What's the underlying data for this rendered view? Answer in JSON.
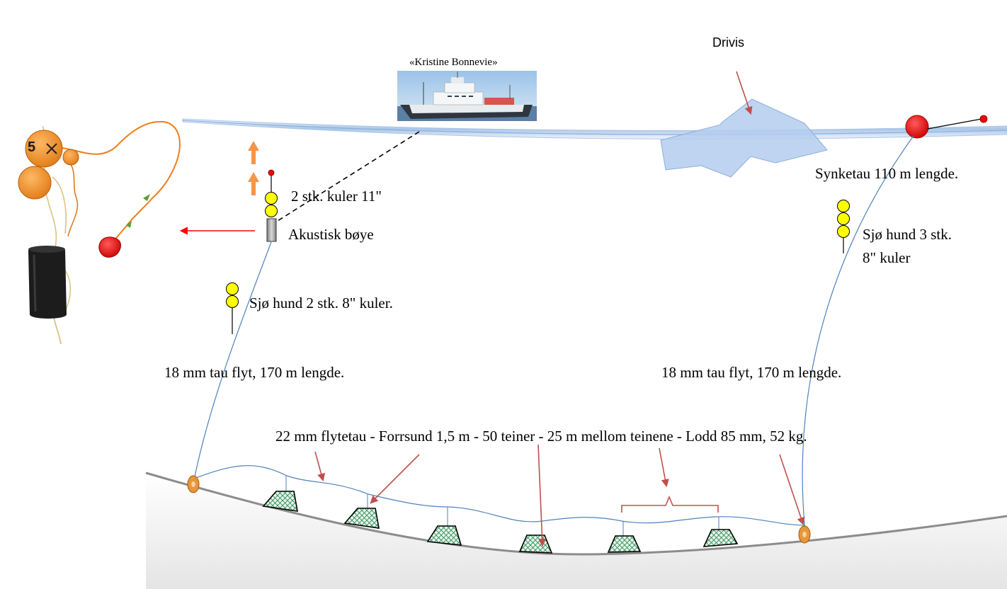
{
  "labels": {
    "ship_name": "«Kristine Bonnevie»",
    "drift_ice": "Drivis",
    "sink_rope": "Synketau 110 m lengde.",
    "buoy_balls": "2 stk. kuler 11\"",
    "acoustic_buoy": "Akustisk bøye",
    "seadog_right_line1": "Sjø hund 3 stk.",
    "seadog_right_line2": "8\" kuler",
    "seadog_left": "Sjø hund 2 stk. 8\" kuler.",
    "rope_left": "18 mm tau flyt, 170 m lengde.",
    "rope_right": "18 mm tau flyt, 170 m lengde.",
    "groundline": "22 mm flytetau - Forrsund 1,5 m - 50 teiner - 25 m mellom teinene - Lodd 85 mm, 52 kg."
  },
  "buoy_photo": {
    "ball_number": "5"
  },
  "colors": {
    "sea_surface": "#a9c6e8",
    "rope": "#4f81bd",
    "pointer_arrow": "#c0504d",
    "float_ball": "#ffff00",
    "surface_buoy": "#ff0000",
    "lift_arrow": "#f79646",
    "anchor_weight": "#e8963a",
    "trap_mesh": "#2e8b57"
  }
}
